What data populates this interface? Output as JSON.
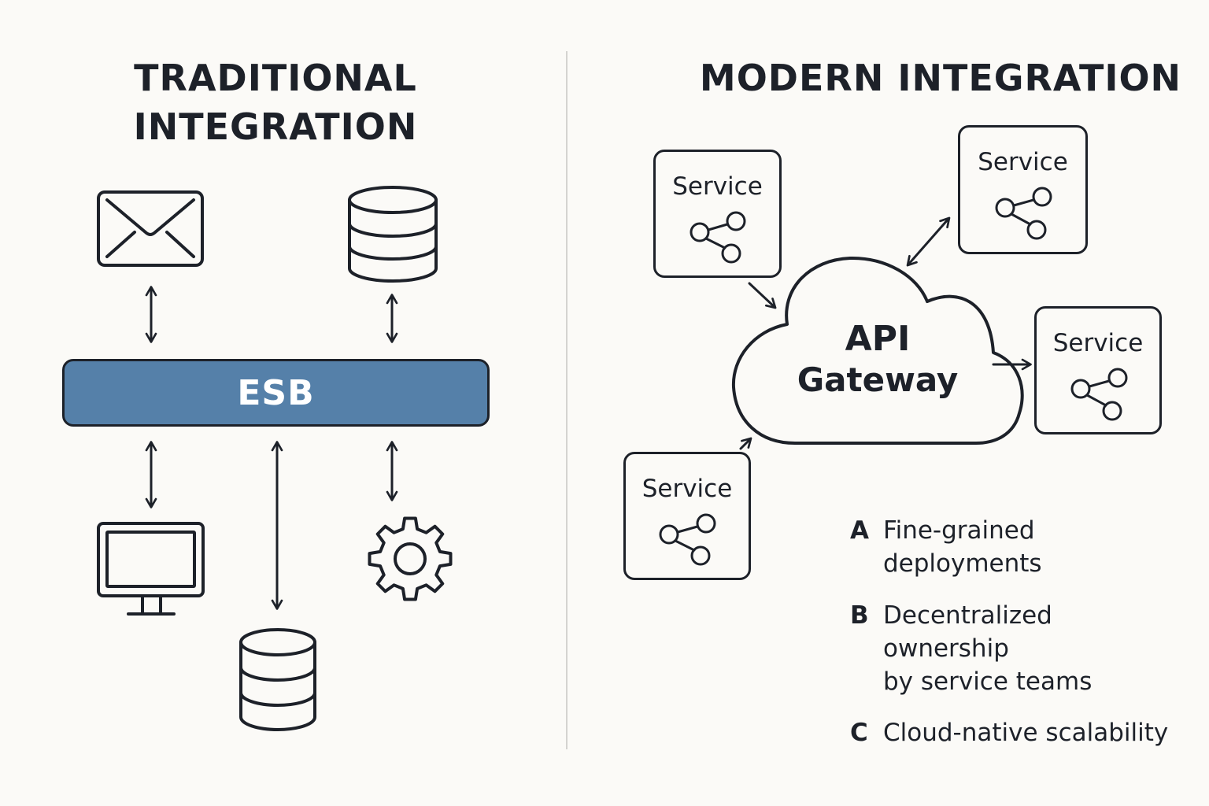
{
  "left_panel": {
    "title": "TRADITIONAL\nINTEGRATION",
    "title_line1": "TRADITIONAL",
    "title_line2": "INTEGRATION",
    "hub_label": "ESB",
    "hub_color": "#5580a9",
    "top_nodes": [
      {
        "icon": "envelope-icon",
        "name": "email"
      },
      {
        "icon": "database-icon",
        "name": "database"
      }
    ],
    "bottom_nodes": [
      {
        "icon": "monitor-icon",
        "name": "desktop-application"
      },
      {
        "icon": "database-icon",
        "name": "database"
      },
      {
        "icon": "gear-icon",
        "name": "settings-system"
      }
    ],
    "connector": "bidirectional-arrow"
  },
  "right_panel": {
    "title": "MODERN INTEGRATION",
    "gateway": {
      "line1": "API",
      "line2": "Gateway",
      "icon": "cloud-icon"
    },
    "services": [
      {
        "label": "Service",
        "icon": "share-nodes-icon",
        "position": "top-left",
        "arrow": "to-gateway"
      },
      {
        "label": "Service",
        "icon": "share-nodes-icon",
        "position": "top-right",
        "arrow": "bidirectional"
      },
      {
        "label": "Service",
        "icon": "share-nodes-icon",
        "position": "right",
        "arrow": "from-gateway"
      },
      {
        "label": "Service",
        "icon": "share-nodes-icon",
        "position": "bottom-left",
        "arrow": "to-gateway"
      }
    ],
    "benefits": [
      {
        "letter": "A",
        "text": "Fine-grained\ndeployments"
      },
      {
        "letter": "B",
        "text": "Decentralized\nownership\nby service teams"
      },
      {
        "letter": "C",
        "text": "Cloud-native scalability"
      }
    ]
  },
  "colors": {
    "background": "#fbfaf7",
    "ink": "#1d2129",
    "divider": "#d4d3d0"
  }
}
